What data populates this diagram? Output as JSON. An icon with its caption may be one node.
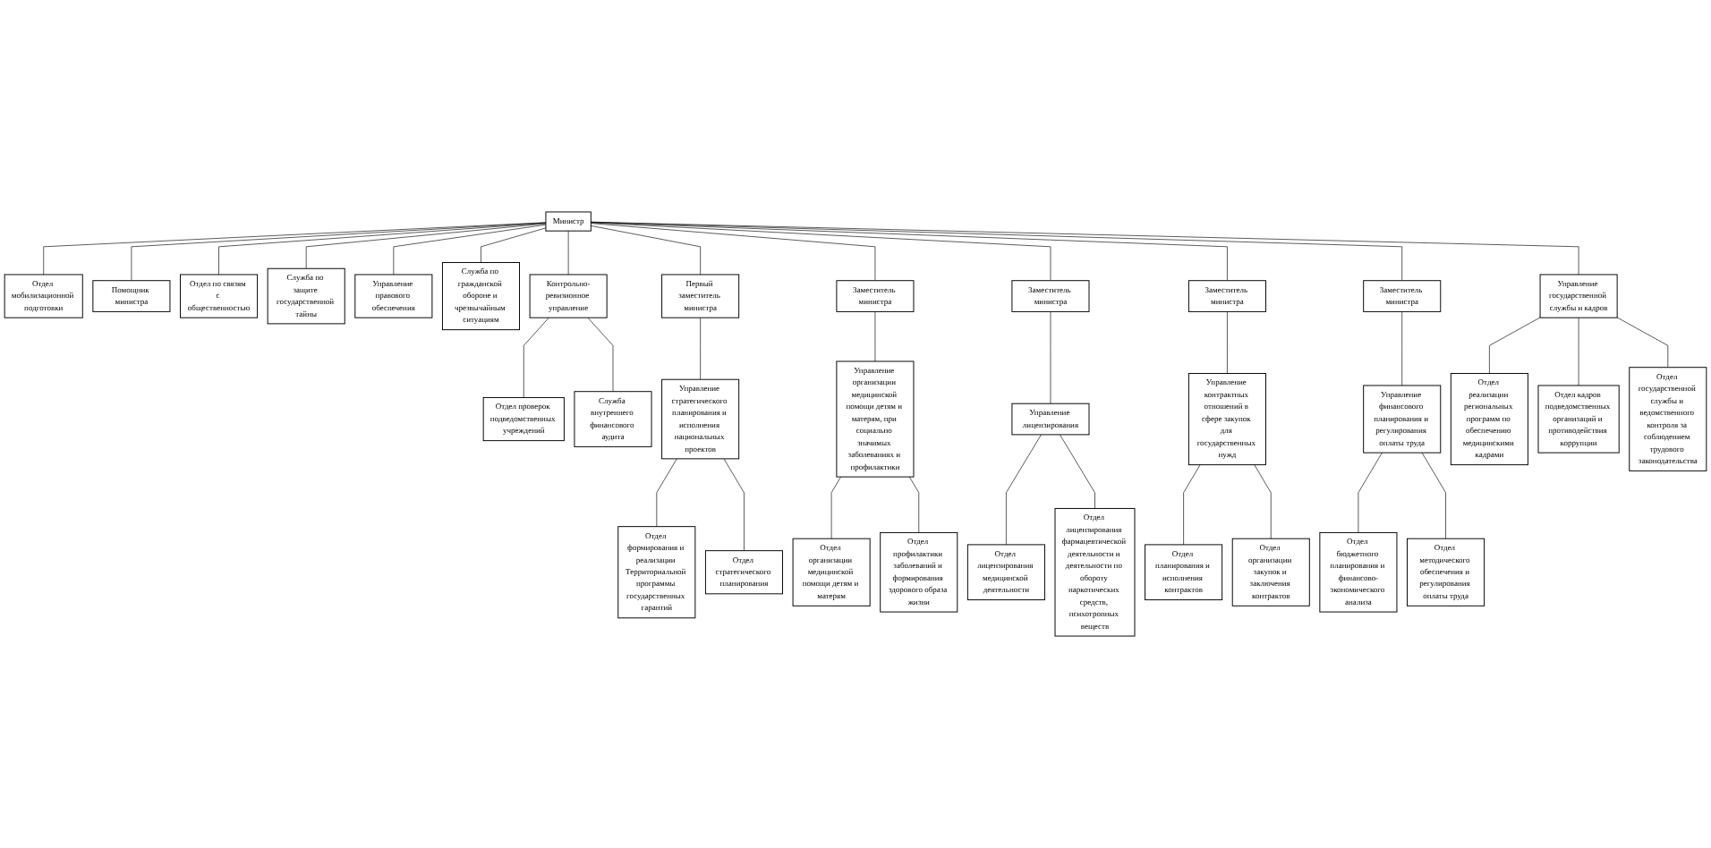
{
  "diagram": {
    "nodes": [
      {
        "text": [
          "Министр"
        ]
      },
      {
        "text": [
          "Контрольно-ревизионное управление"
        ]
      },
      {
        "text": [
          "Отдел мобилизационной подготовки"
        ]
      },
      {
        "text": [
          "Помощник министра"
        ]
      },
      {
        "text": [
          "Отдел по связям с общественностью"
        ]
      },
      {
        "text": [
          "Служба по защите государственной тайны"
        ]
      },
      {
        "text": [
          "Управление правового обеспечения"
        ]
      },
      {
        "text": [
          "Управление государственной службы и кадров"
        ]
      },
      {
        "text": [
          "Служба по гражданской обороне и чрезвычайным ситуациям"
        ]
      },
      {
        "text": [
          "Отдел проверок подведомственных учреждений"
        ]
      },
      {
        "text": [
          "Служба внутреннего финансового аудита"
        ]
      },
      {
        "text": [
          "Первый заместитель министра"
        ]
      },
      {
        "text": [
          "Управление стратегического планирования и исполнения национальных проектов"
        ]
      },
      {
        "text": [
          "Отдел формирования и реализации Территориальной программы государственных гарантий"
        ]
      },
      {
        "text": [
          "Отдел стратегического планирования"
        ]
      },
      {
        "text": [
          "Заместитель министра"
        ]
      },
      {
        "text": [
          "Управление организации медицинской помощи детям и матерям, при социально значимых заболеваниях и профилактики"
        ]
      },
      {
        "text": [
          "Отдел организации медицинской помощи детям и матерям"
        ]
      },
      {
        "text": [
          "Отдел профилактики заболеваний и формирования здорового образа жизни"
        ]
      },
      {
        "text": [
          "Заместитель министра"
        ]
      },
      {
        "text": [
          "Управление лицензирования"
        ]
      },
      {
        "text": [
          "Отдел лицензирования медицинской деятельности"
        ]
      },
      {
        "text": [
          "Отдел лицензирования фармацевтической деятельности и деятельности по обороту наркотических средств, психотропных веществ"
        ]
      },
      {
        "text": [
          "Заместитель министра"
        ]
      },
      {
        "text": [
          "Управление контрактных отношений в сфере закупок для государственных нужд"
        ]
      },
      {
        "text": [
          "Отдел планирования и исполнения контрактов"
        ]
      },
      {
        "text": [
          "Отдел организации закупок и заключения контрактов"
        ]
      },
      {
        "text": [
          "Заместитель министра"
        ]
      },
      {
        "text": [
          "Управление финансового планирования и регулирования оплаты труда"
        ]
      },
      {
        "text": [
          "Отдел бюджетного планирования и финансово-экономического анализа"
        ]
      },
      {
        "text": [
          "Отдел методического обеспечения и регулирования оплаты труда"
        ]
      },
      {
        "text": [
          "Отдел реализации региональных программ по обеспечению медицинскими кадрами"
        ]
      },
      {
        "text": [
          "Отдел кадров подведомственных организаций и противодействия коррупции"
        ]
      },
      {
        "text": [
          "Отдел государственной службы и ведомственного контроля за соблюдением трудового законодательства"
        ]
      }
    ],
    "edges": [
      {
        "from": 0,
        "to": 1,
        "arrow": "none"
      },
      {
        "from": 0,
        "to": 2,
        "arrow": "none"
      },
      {
        "from": 0,
        "to": 3,
        "arrow": "none"
      },
      {
        "from": 0,
        "to": 4,
        "arrow": "none"
      },
      {
        "from": 0,
        "to": 5,
        "arrow": "none"
      },
      {
        "from": 0,
        "to": 6,
        "arrow": "none"
      },
      {
        "from": 0,
        "to": 7,
        "arrow": "none"
      },
      {
        "from": 0,
        "to": 8,
        "arrow": "none"
      },
      {
        "from": 1,
        "to": 9,
        "arrow": "none"
      },
      {
        "from": 1,
        "to": 10,
        "arrow": "none"
      },
      {
        "from": 0,
        "to": 11,
        "arrow": "none"
      },
      {
        "from": 0,
        "to": 15,
        "arrow": "none"
      },
      {
        "from": 0,
        "to": 19,
        "arrow": "none"
      },
      {
        "from": 0,
        "to": 23,
        "arrow": "none"
      },
      {
        "from": 0,
        "to": 27,
        "arrow": "none"
      },
      {
        "from": 11,
        "to": 12,
        "arrow": "none"
      },
      {
        "from": 12,
        "to": 13,
        "arrow": "none"
      },
      {
        "from": 12,
        "to": 14,
        "arrow": "none"
      },
      {
        "from": 15,
        "to": 16,
        "arrow": "none"
      },
      {
        "from": 16,
        "to": 17,
        "arrow": "none"
      },
      {
        "from": 16,
        "to": 18,
        "arrow": "none"
      },
      {
        "from": 19,
        "to": 20,
        "arrow": "none"
      },
      {
        "from": 20,
        "to": 21,
        "arrow": "none"
      },
      {
        "from": 20,
        "to": 22,
        "arrow": "none"
      },
      {
        "from": 23,
        "to": 24,
        "arrow": "none"
      },
      {
        "from": 24,
        "to": 25,
        "arrow": "none"
      },
      {
        "from": 24,
        "to": 26,
        "arrow": "none"
      },
      {
        "from": 27,
        "to": 28,
        "arrow": "none"
      },
      {
        "from": 28,
        "to": 29,
        "arrow": "none"
      },
      {
        "from": 28,
        "to": 30,
        "arrow": "none"
      },
      {
        "from": 7,
        "to": 31,
        "arrow": "none"
      },
      {
        "from": 7,
        "to": 32,
        "arrow": "none"
      },
      {
        "from": 7,
        "to": 33,
        "arrow": "none"
      }
    ]
  }
}
